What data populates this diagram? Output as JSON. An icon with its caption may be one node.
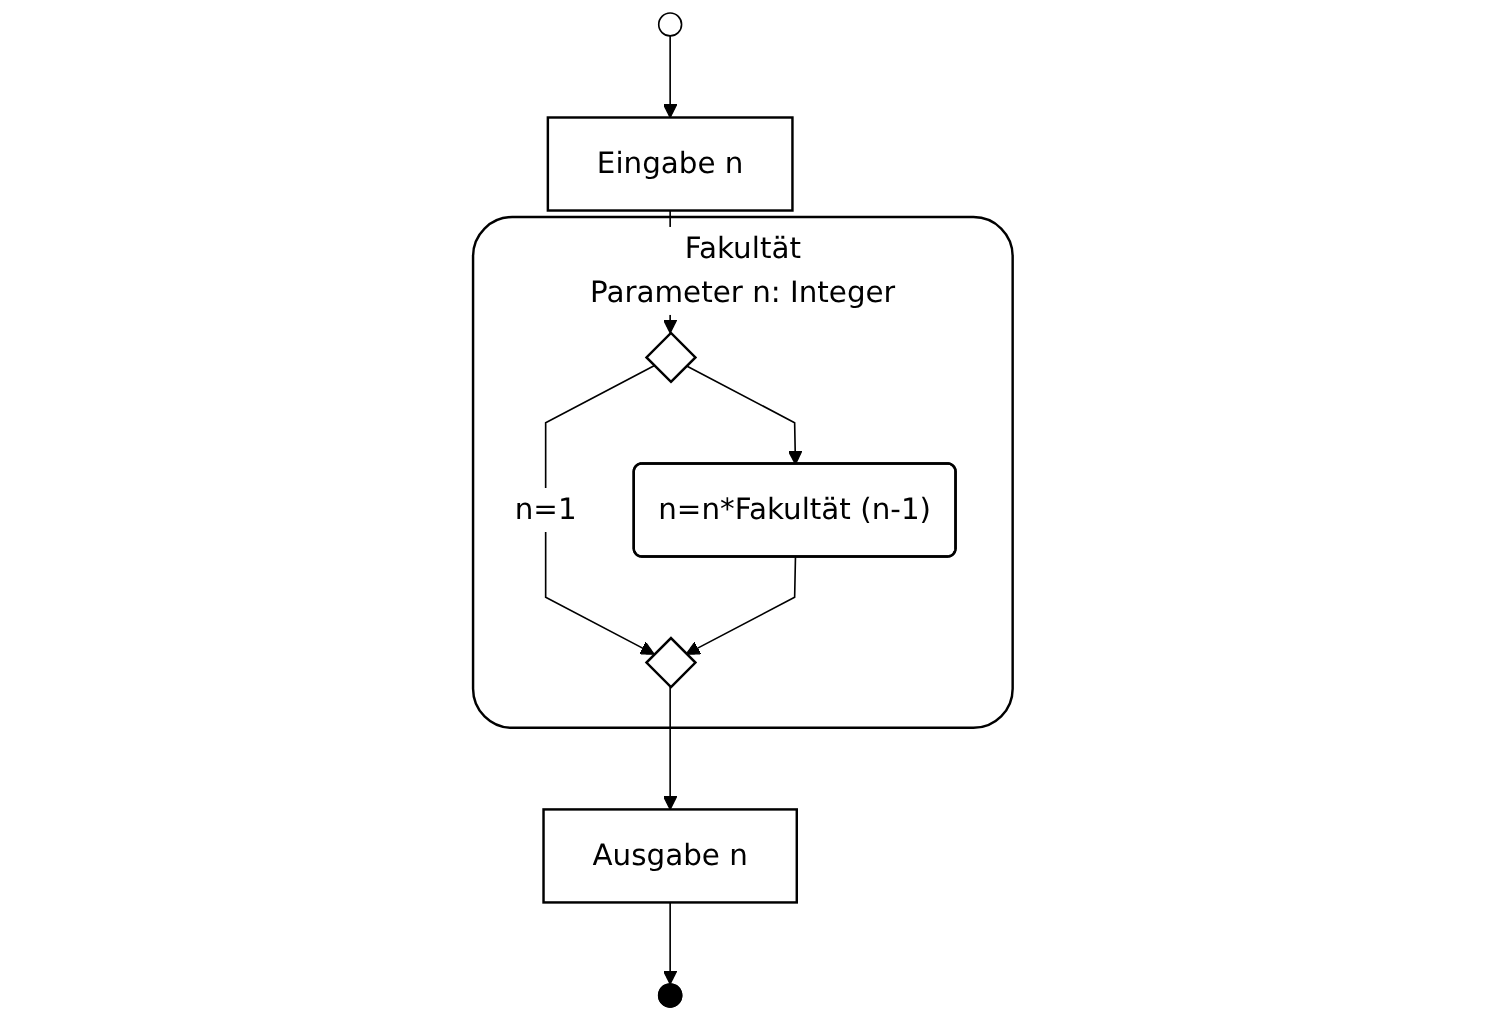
{
  "diagram": {
    "nodes": [
      {
        "text": [],
        "shape": "circle"
      },
      {
        "text": [
          "Fakultät",
          "Parameter n: Integer"
        ]
      },
      {
        "text": [
          "Eingabe n"
        ]
      },
      {
        "text": [],
        "shape": "diamond",
        "in": 1
      },
      {
        "text": [
          "n=n*Fakultät (n-1)"
        ],
        "in": 1
      },
      {
        "text": [],
        "shape": "diamond",
        "in": 1
      },
      {
        "text": [
          "Ausgabe n"
        ]
      },
      {
        "text": [],
        "shape": "circle"
      }
    ],
    "edges": [
      {
        "from": 0,
        "to": 2,
        "arrow": "to"
      },
      {
        "from": 2,
        "to": 3,
        "arrow": "to"
      },
      {
        "from": 3,
        "to": 5,
        "label": "n=1",
        "arrow": "to"
      },
      {
        "from": 3,
        "to": 4,
        "arrow": "to"
      },
      {
        "from": 4,
        "to": 5,
        "arrow": "to"
      },
      {
        "from": 5,
        "to": 6,
        "arrow": "to"
      },
      {
        "from": 6,
        "to": 7,
        "arrow": "to"
      }
    ]
  }
}
